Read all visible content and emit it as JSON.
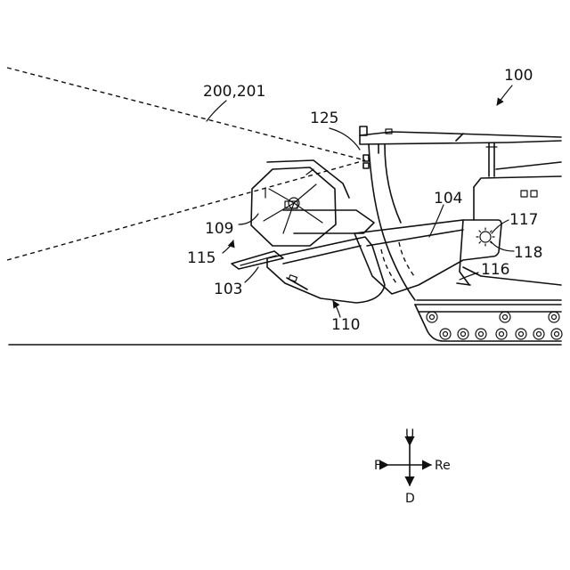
{
  "labels": {
    "ref_100": "100",
    "ref_200_201": "200,201",
    "ref_125": "125",
    "ref_104": "104",
    "ref_117": "117",
    "ref_118": "118",
    "ref_116": "116",
    "ref_109": "109",
    "ref_115": "115",
    "ref_103": "103",
    "ref_110": "110"
  },
  "directions": {
    "up": "U",
    "down": "D",
    "front": "F",
    "rear": "Re"
  }
}
